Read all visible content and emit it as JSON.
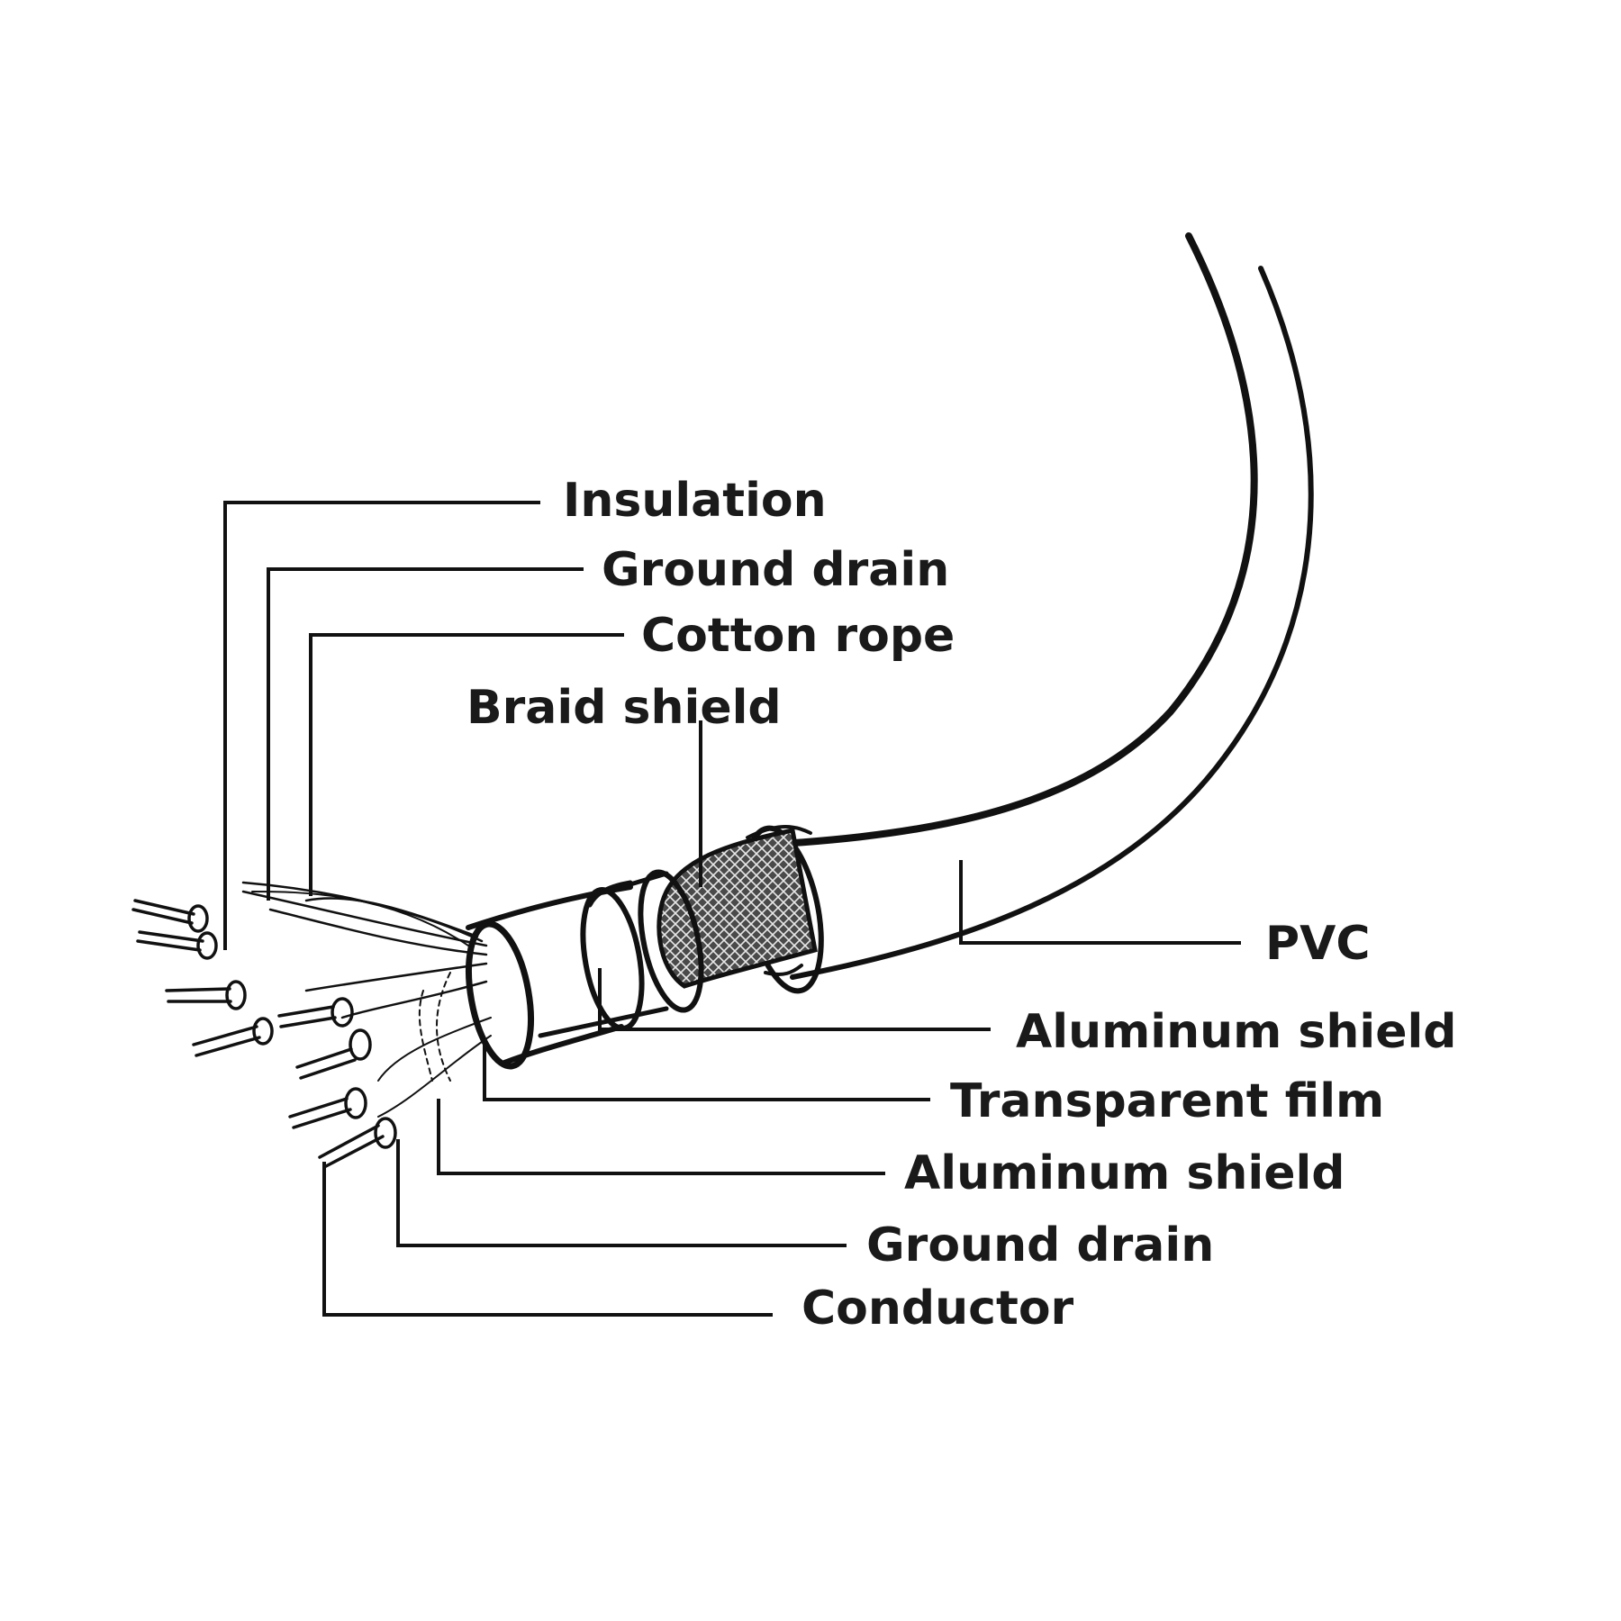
{
  "labels": {
    "insulation": "Insulation",
    "ground_drain_top": "Ground drain",
    "cotton_rope": "Cotton rope",
    "braid_shield": "Braid shield",
    "pvc": "PVC",
    "aluminum_shield_outer": "Aluminum shield",
    "transparent_film": "Transparent film",
    "aluminum_shield_inner": "Aluminum shield",
    "ground_drain_bottom": "Ground drain",
    "conductor": "Conductor"
  },
  "colors": {
    "ink": "#111111",
    "text": "#1a1a1a",
    "background": "#ffffff"
  }
}
